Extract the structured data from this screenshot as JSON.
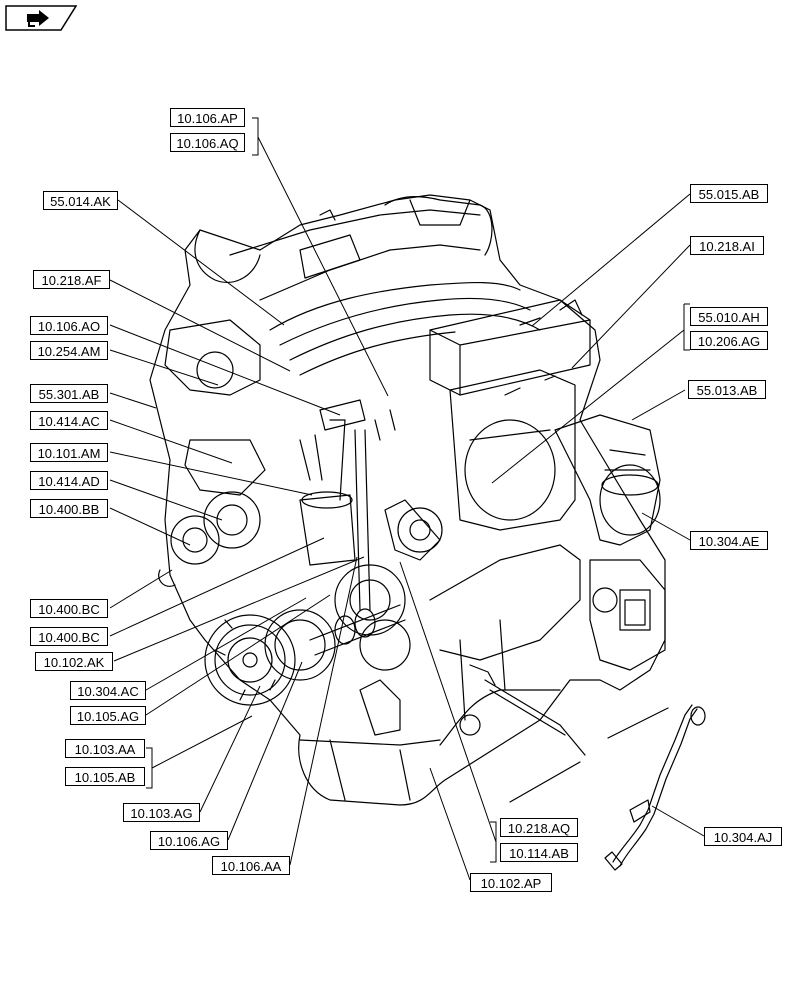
{
  "nav": {
    "icon": "page-forward-icon"
  },
  "labels": {
    "l_10_106_AP": "10.106.AP",
    "l_10_106_AQ": "10.106.AQ",
    "l_55_014_AK": "55.014.AK",
    "l_55_015_AB": "55.015.AB",
    "l_10_218_AI": "10.218.AI",
    "l_10_218_AF": "10.218.AF",
    "l_55_010_AH": "55.010.AH",
    "l_10_206_AG": "10.206.AG",
    "l_10_106_AO": "10.106.AO",
    "l_10_254_AM": "10.254.AM",
    "l_55_301_AB": "55.301.AB",
    "l_55_013_AB": "55.013.AB",
    "l_10_414_AC": "10.414.AC",
    "l_10_101_AM": "10.101.AM",
    "l_10_414_AD": "10.414.AD",
    "l_10_400_BB": "10.400.BB",
    "l_10_304_AE": "10.304.AE",
    "l_10_400_BC_1": "10.400.BC",
    "l_10_400_BC_2": "10.400.BC",
    "l_10_102_AK": "10.102.AK",
    "l_10_304_AC": "10.304.AC",
    "l_10_105_AG": "10.105.AG",
    "l_10_103_AA": "10.103.AA",
    "l_10_105_AB": "10.105.AB",
    "l_10_103_AG": "10.103.AG",
    "l_10_218_AQ": "10.218.AQ",
    "l_10_114_AB": "10.114.AB",
    "l_10_304_AJ": "10.304.AJ",
    "l_10_106_AG": "10.106.AG",
    "l_10_106_AA": "10.106.AA",
    "l_10_102_AP": "10.102.AP"
  },
  "colors": {
    "line": "#000000",
    "background": "#ffffff"
  }
}
